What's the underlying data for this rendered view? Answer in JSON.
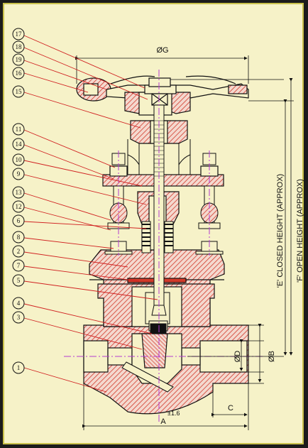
{
  "balloons": [
    "17",
    "18",
    "19",
    "16",
    "15",
    "11",
    "14",
    "10",
    "9",
    "13",
    "12",
    "6",
    "8",
    "2",
    "7",
    "5",
    "4",
    "3",
    "1"
  ],
  "dimensions": {
    "g": "ØG",
    "d": "ØD",
    "b": "ØB",
    "c": "C",
    "a": "A",
    "a_tol": "±1.6",
    "e": "'E' CLOSED HEIGHT (APPROX)",
    "f": "'F' OPEN HEIGHT (APPROX)"
  },
  "colors": {
    "background": "#f6f2c8",
    "frame": "#1b1b1b",
    "border": "#c8c04a",
    "hatch": "#d23a2a",
    "centerline": "#b43ccf",
    "leader": "#d02020"
  }
}
